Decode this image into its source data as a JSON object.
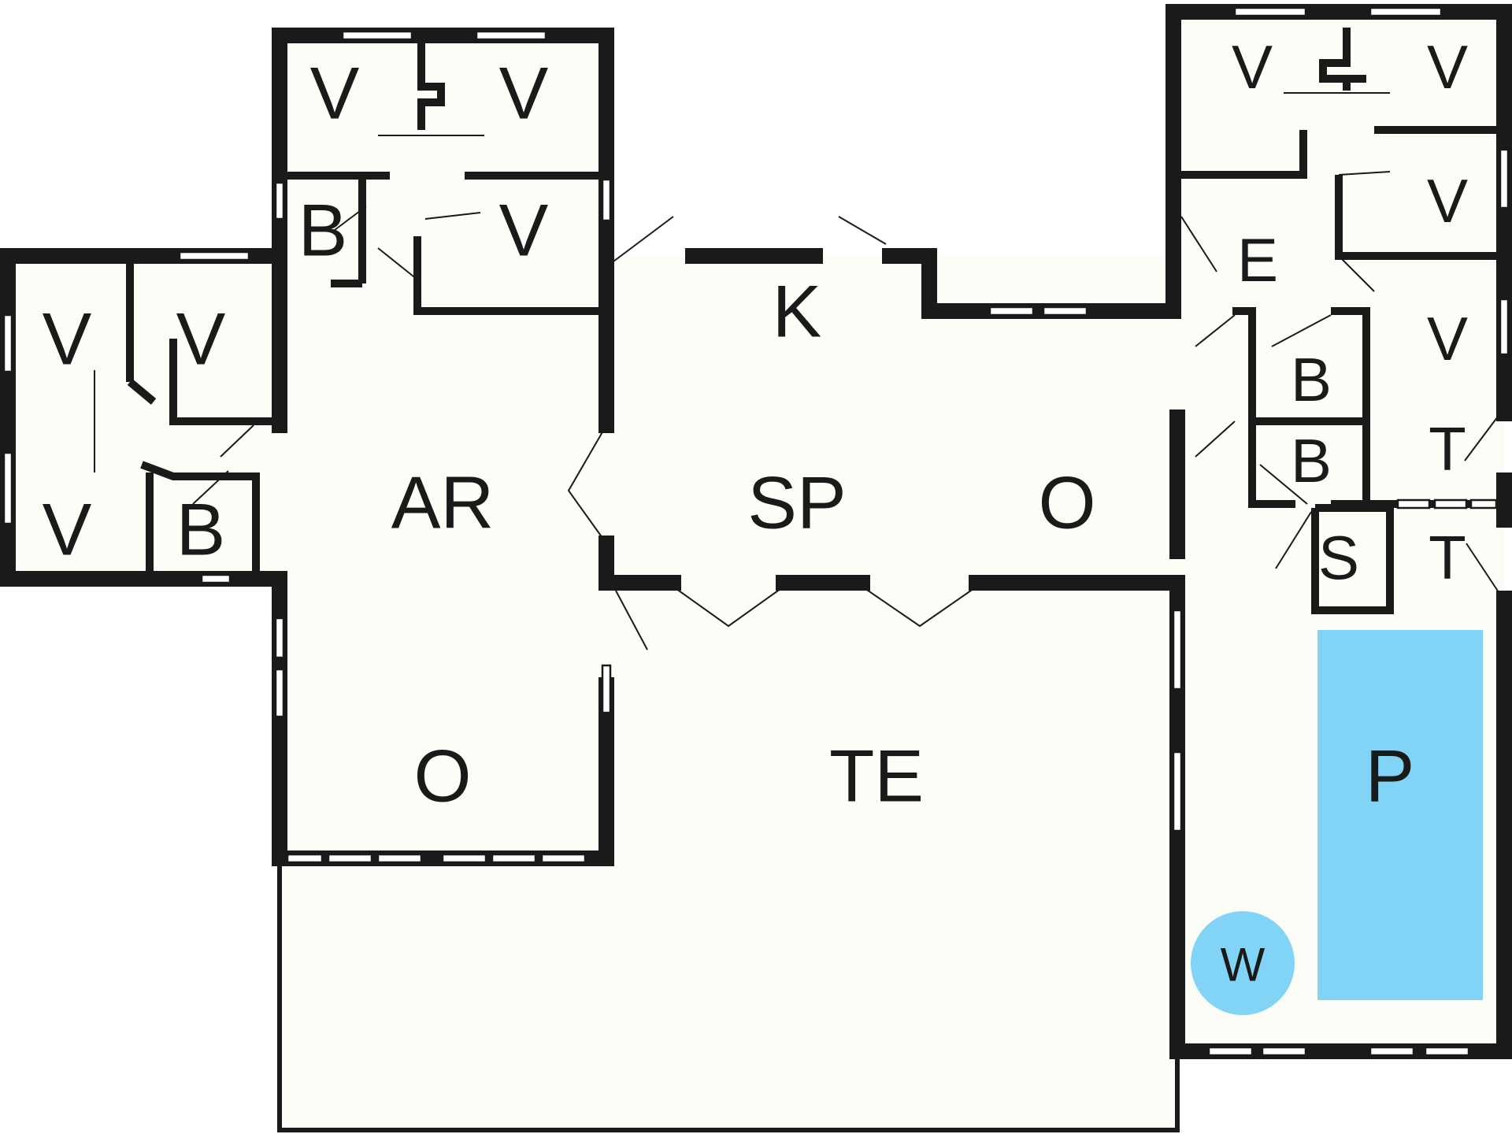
{
  "rooms": {
    "v_left_top_1": "V",
    "v_left_top_2": "V",
    "v_left_bottom": "V",
    "b_left": "B",
    "v_top_1": "V",
    "v_top_2": "V",
    "b_top": "B",
    "v_top_3": "V",
    "ar": "AR",
    "o_left": "O",
    "k": "K",
    "sp": "SP",
    "o_center": "O",
    "te": "TE",
    "v_right_1": "V",
    "v_right_2": "V",
    "e": "E",
    "v_right_3": "V",
    "v_right_4": "V",
    "b_right_1": "B",
    "b_right_2": "B",
    "t_1": "T",
    "s": "S",
    "t_2": "T",
    "p": "P",
    "w": "W"
  },
  "colors": {
    "pool": "#81d4f5",
    "wall": "#1a1a1a",
    "floor": "#fdfdf7"
  }
}
